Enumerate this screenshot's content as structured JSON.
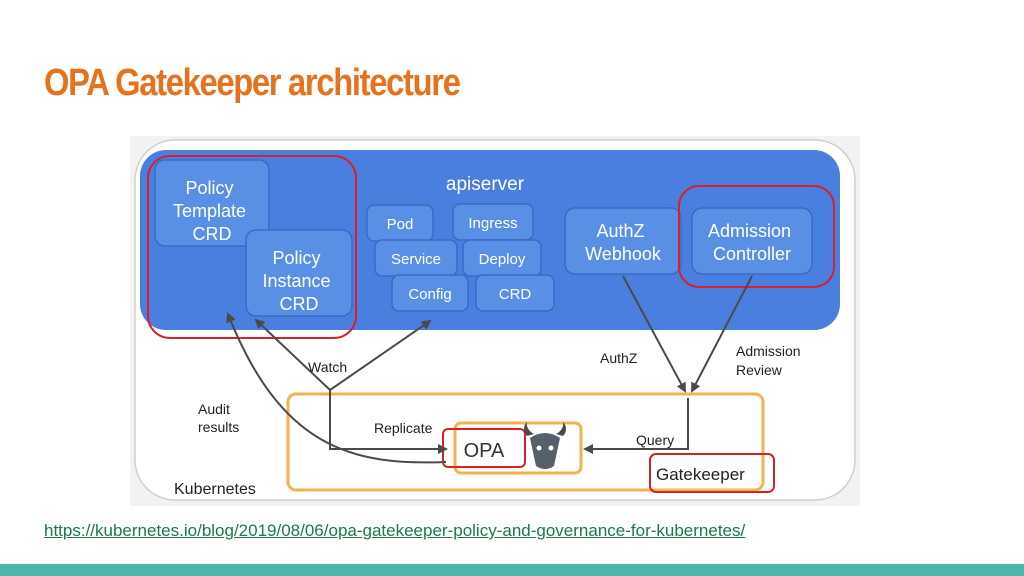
{
  "slide": {
    "title": "OPA Gatekeeper architecture",
    "link": "https://kubernetes.io/blog/2019/08/06/opa-gatekeeper-policy-and-governance-for-kubernetes/"
  },
  "diagram": {
    "apiserver_label": "apiserver",
    "kubernetes_label": "Kubernetes",
    "crd_boxes": {
      "policy_template": [
        "Policy",
        "Template",
        "CRD"
      ],
      "policy_instance": [
        "Policy",
        "Instance",
        "CRD"
      ]
    },
    "resources": {
      "pod": "Pod",
      "ingress": "Ingress",
      "service": "Service",
      "deploy": "Deploy",
      "config": "Config",
      "crd": "CRD"
    },
    "authz_webhook": [
      "AuthZ",
      "Webhook"
    ],
    "admission_controller": [
      "Admission",
      "Controller"
    ],
    "edge_labels": {
      "watch": "Watch",
      "authz": "AuthZ",
      "admission_review": [
        "Admission",
        "Review"
      ],
      "audit_results": [
        "Audit",
        "results"
      ],
      "replicate": "Replicate",
      "query": "Query"
    },
    "opa_label": "OPA",
    "gatekeeper_label": "Gatekeeper",
    "colors": {
      "title": "#e8711c",
      "apiserver_fill": "#4a7fdf",
      "box_fill": "#5a8fe6",
      "box_stroke": "#3a6ac6",
      "highlight_red": "#d6202a",
      "gatekeeper_orange": "#f4b14f",
      "link": "#1a7a4a",
      "footer": "#4fb5aa"
    }
  }
}
